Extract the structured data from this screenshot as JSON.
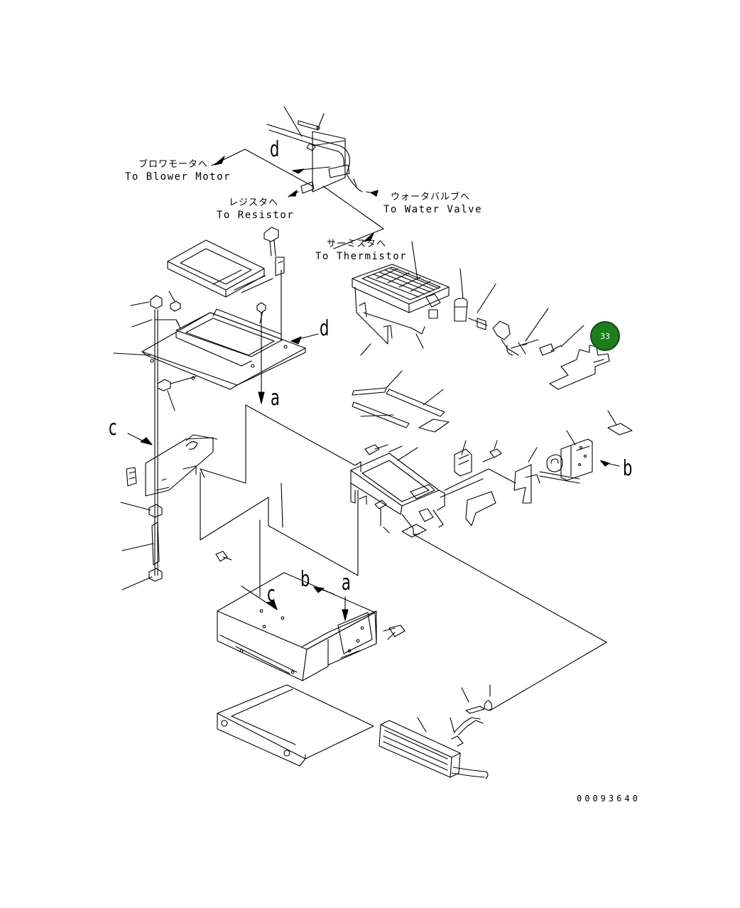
{
  "labels": {
    "blower_motor_jp": "ブロワモータへ",
    "blower_motor_en": "To Blower Motor",
    "resistor_jp": "レジスタへ",
    "resistor_en": "To Resistor",
    "water_valve_jp": "ウォータバルブへ",
    "water_valve_en": "To Water Valve",
    "thermistor_jp": "サーミスタへ",
    "thermistor_en": "To Thermistor"
  },
  "reference_letters": {
    "d_top": "d",
    "d_right": "d",
    "a_mid": "a",
    "c_left": "c",
    "b_right": "b",
    "b_lower": "b",
    "a_lower": "a",
    "c_lower": "c"
  },
  "callout": {
    "number": "33",
    "color": "#1e7d1e"
  },
  "drawing_number": "00093640"
}
